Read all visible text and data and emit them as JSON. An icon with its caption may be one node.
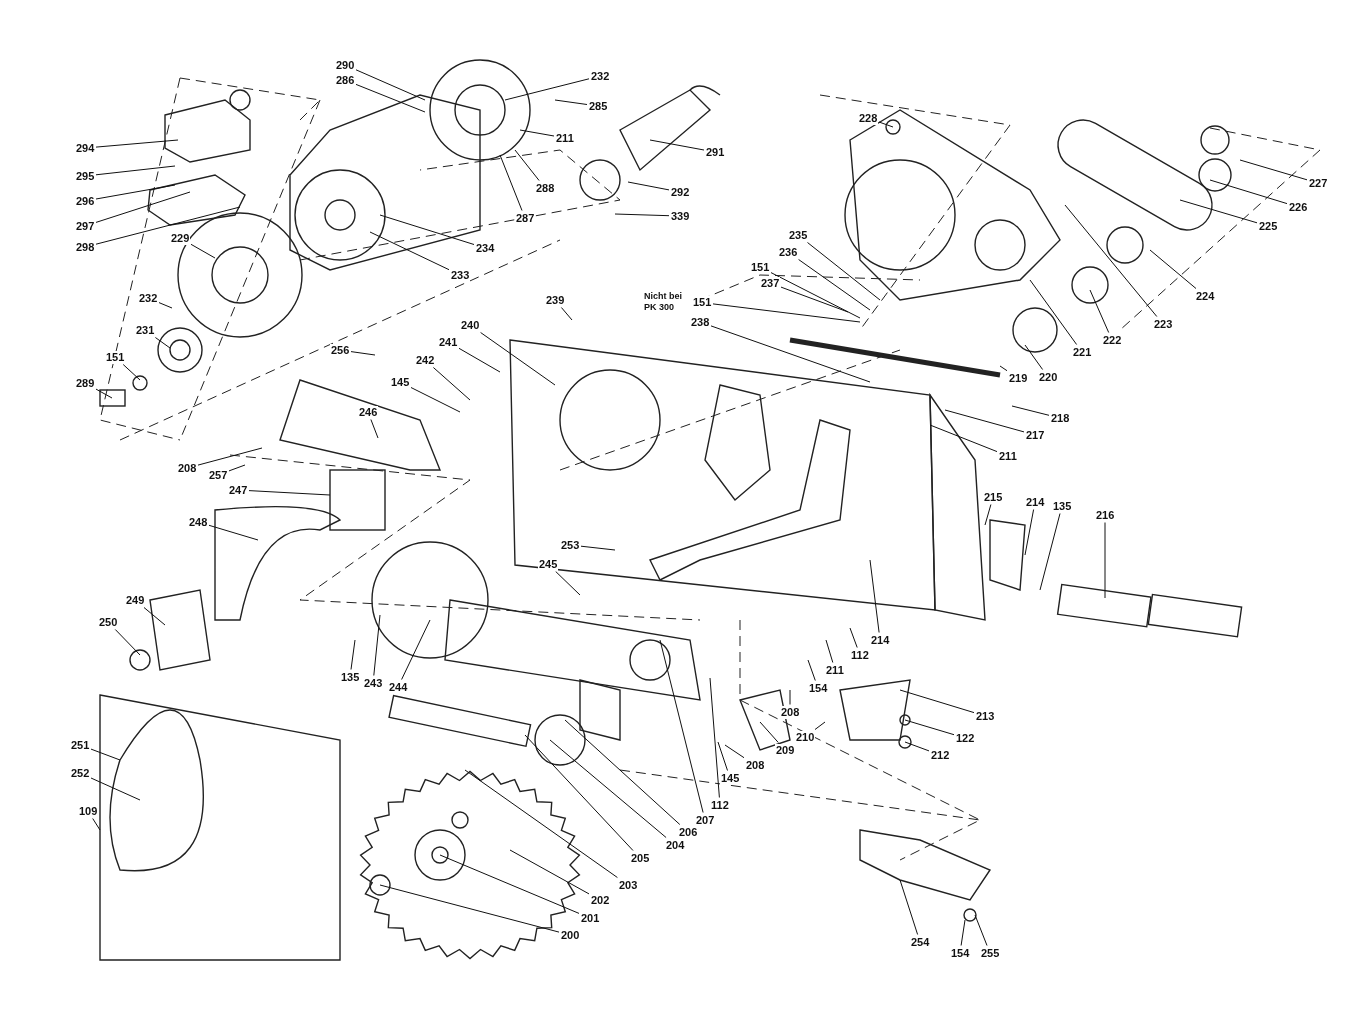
{
  "diagram": {
    "nodes": [
      {
        "text": [
          "294"
        ]
      },
      {
        "text": [
          "295"
        ]
      },
      {
        "text": [
          "296"
        ]
      },
      {
        "text": [
          "297"
        ]
      },
      {
        "text": [
          "298"
        ]
      },
      {
        "text": [
          "229"
        ]
      },
      {
        "text": [
          "290"
        ]
      },
      {
        "text": [
          "286"
        ]
      },
      {
        "text": [
          "232"
        ]
      },
      {
        "text": [
          "285"
        ]
      },
      {
        "text": [
          "211"
        ]
      },
      {
        "text": [
          "291"
        ]
      },
      {
        "text": [
          "288"
        ]
      },
      {
        "text": [
          "292"
        ]
      },
      {
        "text": [
          "287"
        ]
      },
      {
        "text": [
          "339"
        ]
      },
      {
        "text": [
          "234"
        ]
      },
      {
        "text": [
          "233"
        ]
      },
      {
        "text": [
          "232"
        ]
      },
      {
        "text": [
          "231"
        ]
      },
      {
        "text": [
          "151"
        ]
      },
      {
        "text": [
          "289"
        ]
      },
      {
        "text": [
          "228"
        ]
      },
      {
        "text": [
          "227"
        ]
      },
      {
        "text": [
          "226"
        ]
      },
      {
        "text": [
          "225"
        ]
      },
      {
        "text": [
          "235"
        ]
      },
      {
        "text": [
          "236"
        ]
      },
      {
        "text": [
          "151"
        ]
      },
      {
        "text": [
          "237"
        ]
      },
      {
        "text": [
          "Nicht bei PK 300",
          "151"
        ]
      },
      {
        "text": [
          "224"
        ]
      },
      {
        "text": [
          "223"
        ]
      },
      {
        "text": [
          "222"
        ]
      },
      {
        "text": [
          "221"
        ]
      },
      {
        "text": [
          "220"
        ]
      },
      {
        "text": [
          "239"
        ]
      },
      {
        "text": [
          "238"
        ]
      },
      {
        "text": [
          "240"
        ]
      },
      {
        "text": [
          "219"
        ]
      },
      {
        "text": [
          "256"
        ]
      },
      {
        "text": [
          "241"
        ]
      },
      {
        "text": [
          "242"
        ]
      },
      {
        "text": [
          "145"
        ]
      },
      {
        "text": [
          "246"
        ]
      },
      {
        "text": [
          "218"
        ]
      },
      {
        "text": [
          "217"
        ]
      },
      {
        "text": [
          "211"
        ]
      },
      {
        "text": [
          "208"
        ]
      },
      {
        "text": [
          "257"
        ]
      },
      {
        "text": [
          "247"
        ]
      },
      {
        "text": [
          "215"
        ]
      },
      {
        "text": [
          "214"
        ]
      },
      {
        "text": [
          "135"
        ]
      },
      {
        "text": [
          "216"
        ]
      },
      {
        "text": [
          "248"
        ]
      },
      {
        "text": [
          "253"
        ]
      },
      {
        "text": [
          "245"
        ]
      },
      {
        "text": [
          "249"
        ]
      },
      {
        "text": [
          "250"
        ]
      },
      {
        "text": [
          "214"
        ]
      },
      {
        "text": [
          "112"
        ]
      },
      {
        "text": [
          "211"
        ]
      },
      {
        "text": [
          "135"
        ]
      },
      {
        "text": [
          "243"
        ]
      },
      {
        "text": [
          "244"
        ]
      },
      {
        "text": [
          "154"
        ]
      },
      {
        "text": [
          "208"
        ]
      },
      {
        "text": [
          "213"
        ]
      },
      {
        "text": [
          "122"
        ]
      },
      {
        "text": [
          "210"
        ]
      },
      {
        "text": [
          "251"
        ]
      },
      {
        "text": [
          "212"
        ]
      },
      {
        "text": [
          "209"
        ]
      },
      {
        "text": [
          "208"
        ]
      },
      {
        "text": [
          "252"
        ]
      },
      {
        "text": [
          "145"
        ]
      },
      {
        "text": [
          "112"
        ]
      },
      {
        "text": [
          "109"
        ]
      },
      {
        "text": [
          "207"
        ]
      },
      {
        "text": [
          "206"
        ]
      },
      {
        "text": [
          "204"
        ]
      },
      {
        "text": [
          "205"
        ]
      },
      {
        "text": [
          "203"
        ]
      },
      {
        "text": [
          "202"
        ]
      },
      {
        "text": [
          "201"
        ]
      },
      {
        "text": [
          "200"
        ]
      },
      {
        "text": [
          "254"
        ]
      },
      {
        "text": [
          "154"
        ]
      },
      {
        "text": [
          "255"
        ]
      }
    ],
    "edges": [
      {
        "from": 0,
        "to": null,
        "arrow": "none"
      },
      {
        "from": 1,
        "to": null,
        "arrow": "none"
      },
      {
        "from": 2,
        "to": null,
        "arrow": "none"
      },
      {
        "from": 3,
        "to": null,
        "arrow": "none"
      },
      {
        "from": 4,
        "to": null,
        "arrow": "none"
      },
      {
        "from": 5,
        "to": null,
        "arrow": "none"
      },
      {
        "from": 6,
        "to": null,
        "arrow": "none"
      },
      {
        "from": 7,
        "to": null,
        "arrow": "none"
      },
      {
        "from": 8,
        "to": null,
        "arrow": "none"
      },
      {
        "from": 9,
        "to": null,
        "arrow": "none"
      },
      {
        "from": 10,
        "to": null,
        "arrow": "none"
      },
      {
        "from": 11,
        "to": null,
        "arrow": "none"
      },
      {
        "from": 12,
        "to": null,
        "arrow": "none"
      },
      {
        "from": 13,
        "to": null,
        "arrow": "none"
      },
      {
        "from": 14,
        "to": null,
        "arrow": "none"
      },
      {
        "from": 15,
        "to": null,
        "arrow": "none"
      },
      {
        "from": 16,
        "to": null,
        "arrow": "none"
      },
      {
        "from": 17,
        "to": null,
        "arrow": "none"
      },
      {
        "from": 18,
        "to": null,
        "arrow": "none"
      },
      {
        "from": 19,
        "to": null,
        "arrow": "none"
      },
      {
        "from": 20,
        "to": null,
        "arrow": "none"
      },
      {
        "from": 21,
        "to": null,
        "arrow": "none"
      },
      {
        "from": 22,
        "to": null,
        "arrow": "none"
      },
      {
        "from": 23,
        "to": null,
        "arrow": "none"
      },
      {
        "from": 24,
        "to": null,
        "arrow": "none"
      },
      {
        "from": 25,
        "to": null,
        "arrow": "none"
      },
      {
        "from": 26,
        "to": null,
        "arrow": "none"
      },
      {
        "from": 27,
        "to": null,
        "arrow": "none"
      },
      {
        "from": 28,
        "to": null,
        "arrow": "none"
      },
      {
        "from": 29,
        "to": null,
        "arrow": "none"
      },
      {
        "from": 30,
        "to": null,
        "arrow": "none"
      },
      {
        "from": 31,
        "to": null,
        "arrow": "none"
      },
      {
        "from": 32,
        "to": null,
        "arrow": "none"
      },
      {
        "from": 33,
        "to": null,
        "arrow": "none"
      },
      {
        "from": 34,
        "to": null,
        "arrow": "none"
      },
      {
        "from": 35,
        "to": null,
        "arrow": "none"
      },
      {
        "from": 36,
        "to": null,
        "arrow": "none"
      },
      {
        "from": 37,
        "to": null,
        "arrow": "none"
      },
      {
        "from": 38,
        "to": null,
        "arrow": "none"
      },
      {
        "from": 39,
        "to": null,
        "arrow": "none"
      },
      {
        "from": 40,
        "to": null,
        "arrow": "none"
      },
      {
        "from": 41,
        "to": null,
        "arrow": "none"
      },
      {
        "from": 42,
        "to": null,
        "arrow": "none"
      },
      {
        "from": 43,
        "to": null,
        "arrow": "none"
      },
      {
        "from": 44,
        "to": null,
        "arrow": "none"
      },
      {
        "from": 45,
        "to": null,
        "arrow": "none"
      },
      {
        "from": 46,
        "to": null,
        "arrow": "none"
      },
      {
        "from": 47,
        "to": null,
        "arrow": "none"
      },
      {
        "from": 48,
        "to": null,
        "arrow": "none"
      },
      {
        "from": 49,
        "to": null,
        "arrow": "none"
      },
      {
        "from": 50,
        "to": null,
        "arrow": "none"
      },
      {
        "from": 51,
        "to": null,
        "arrow": "none"
      },
      {
        "from": 52,
        "to": null,
        "arrow": "none"
      },
      {
        "from": 53,
        "to": null,
        "arrow": "none"
      },
      {
        "from": 54,
        "to": null,
        "arrow": "none"
      },
      {
        "from": 55,
        "to": null,
        "arrow": "none"
      },
      {
        "from": 56,
        "to": null,
        "arrow": "none"
      },
      {
        "from": 57,
        "to": null,
        "arrow": "none"
      },
      {
        "from": 58,
        "to": null,
        "arrow": "none"
      },
      {
        "from": 59,
        "to": null,
        "arrow": "none"
      },
      {
        "from": 60,
        "to": null,
        "arrow": "none"
      },
      {
        "from": 61,
        "to": null,
        "arrow": "none"
      },
      {
        "from": 62,
        "to": null,
        "arrow": "none"
      },
      {
        "from": 63,
        "to": null,
        "arrow": "none"
      },
      {
        "from": 64,
        "to": null,
        "arrow": "none"
      },
      {
        "from": 65,
        "to": null,
        "arrow": "none"
      },
      {
        "from": 66,
        "to": null,
        "arrow": "none"
      },
      {
        "from": 67,
        "to": null,
        "arrow": "none"
      },
      {
        "from": 68,
        "to": null,
        "arrow": "none"
      },
      {
        "from": 69,
        "to": null,
        "arrow": "none"
      },
      {
        "from": 70,
        "to": null,
        "arrow": "none"
      },
      {
        "from": 71,
        "to": null,
        "arrow": "none"
      },
      {
        "from": 72,
        "to": null,
        "arrow": "none"
      },
      {
        "from": 73,
        "to": null,
        "arrow": "none"
      },
      {
        "from": 74,
        "to": null,
        "arrow": "none"
      },
      {
        "from": 75,
        "to": null,
        "arrow": "none"
      },
      {
        "from": 76,
        "to": null,
        "arrow": "none"
      },
      {
        "from": 77,
        "to": null,
        "arrow": "none"
      },
      {
        "from": 78,
        "to": null,
        "arrow": "none"
      },
      {
        "from": 79,
        "to": null,
        "arrow": "none"
      },
      {
        "from": 80,
        "to": null,
        "arrow": "none"
      },
      {
        "from": 81,
        "to": null,
        "arrow": "none"
      },
      {
        "from": 82,
        "to": null,
        "arrow": "none"
      },
      {
        "from": 83,
        "to": null,
        "arrow": "none"
      },
      {
        "from": 84,
        "to": null,
        "arrow": "none"
      },
      {
        "from": 85,
        "to": null,
        "arrow": "none"
      },
      {
        "from": 86,
        "to": null,
        "arrow": "none"
      },
      {
        "from": 87,
        "to": null,
        "arrow": "none"
      },
      {
        "from": 88,
        "to": null,
        "arrow": "none"
      },
      {
        "from": 89,
        "to": null,
        "arrow": "none"
      }
    ]
  }
}
